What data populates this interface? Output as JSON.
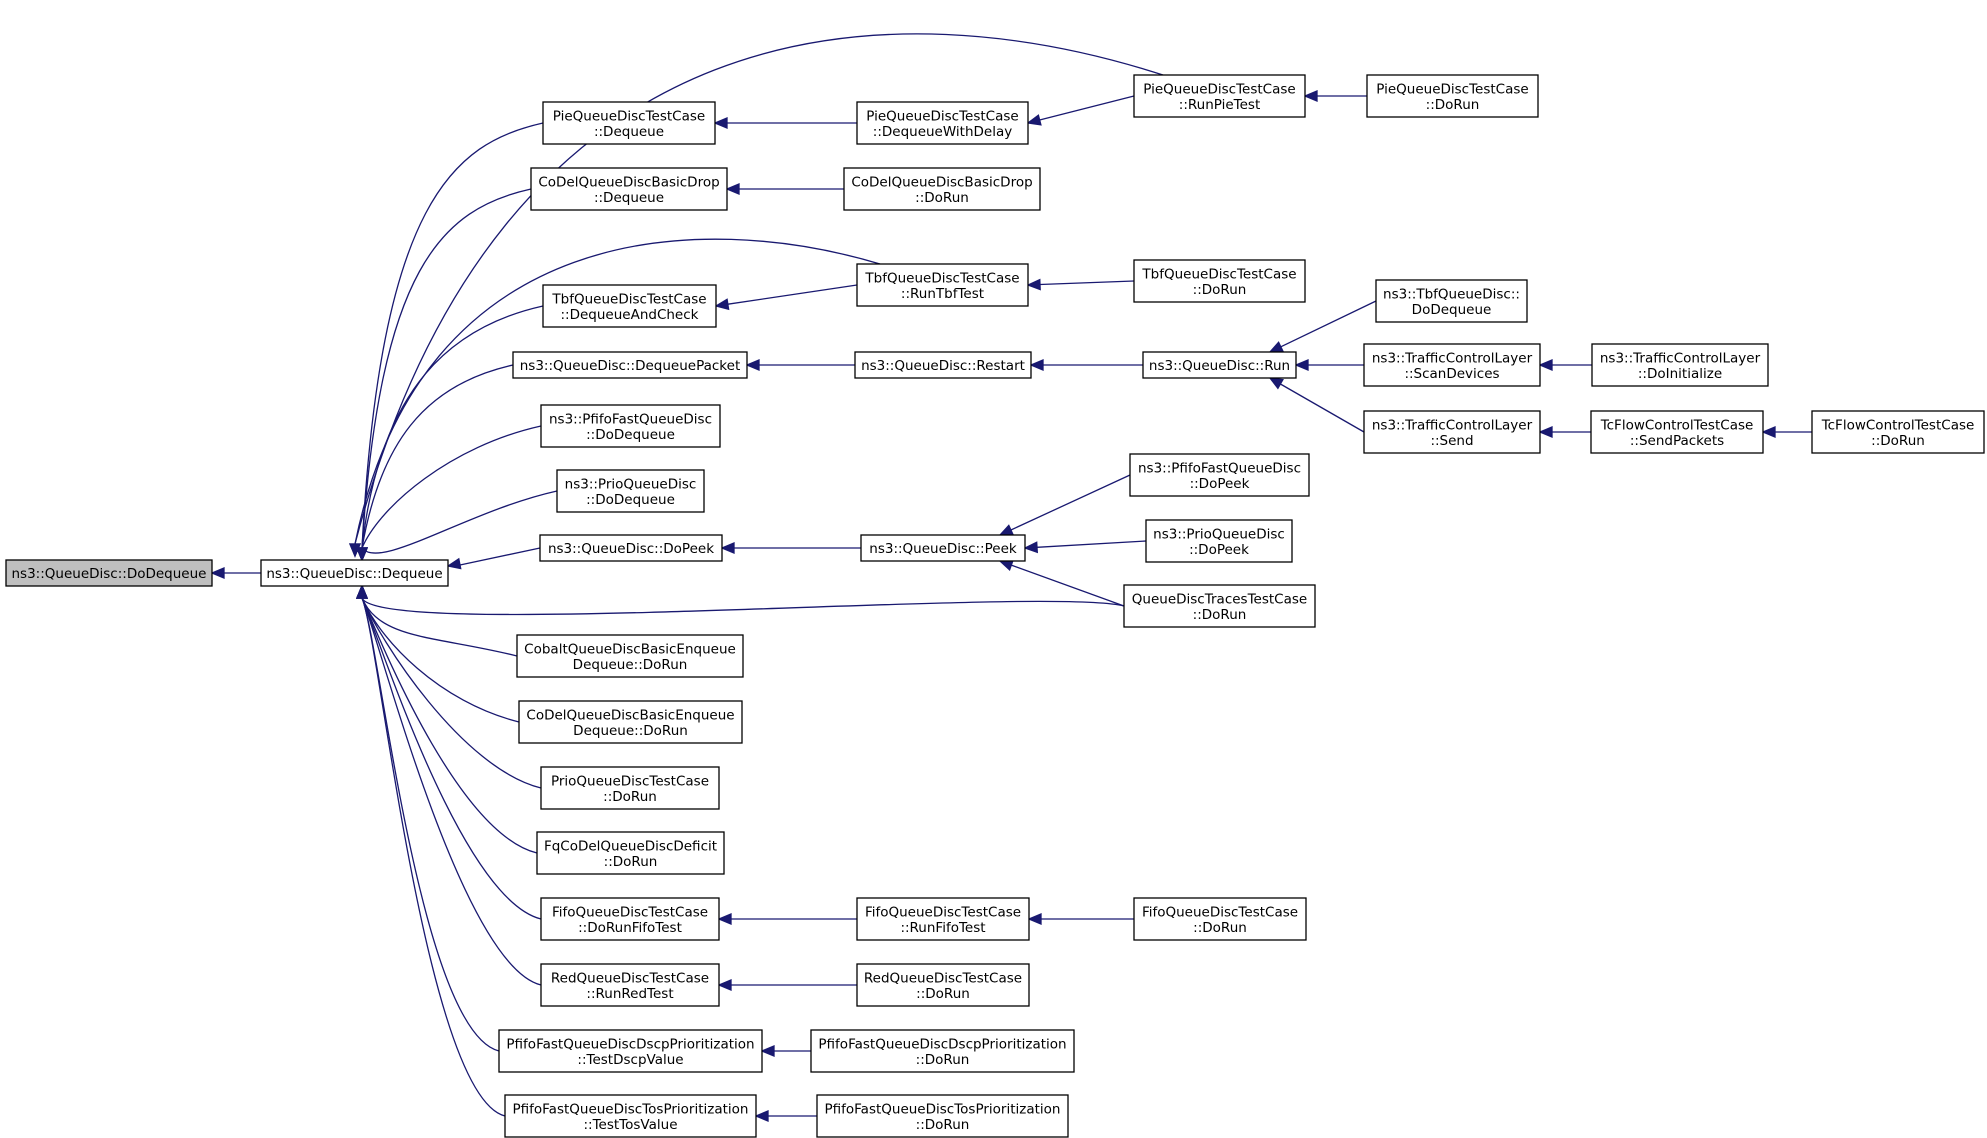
{
  "diagram": {
    "kind": "doxygen-caller-graph",
    "colors": {
      "edge": "#191970",
      "node_fill": "#ffffff",
      "focus_fill": "#bfbfbf",
      "node_stroke": "#000000"
    },
    "nodes": [
      {
        "id": "n0",
        "lines": [
          "ns3::QueueDisc::DoDequeue"
        ],
        "focus": true
      },
      {
        "id": "n1",
        "lines": [
          "ns3::QueueDisc::Dequeue"
        ]
      },
      {
        "id": "n2",
        "lines": [
          "PieQueueDiscTestCase",
          "::Dequeue"
        ]
      },
      {
        "id": "n3",
        "lines": [
          "CoDelQueueDiscBasicDrop",
          "::Dequeue"
        ]
      },
      {
        "id": "n4",
        "lines": [
          "TbfQueueDiscTestCase",
          "::DequeueAndCheck"
        ]
      },
      {
        "id": "n5",
        "lines": [
          "ns3::QueueDisc::DequeuePacket"
        ]
      },
      {
        "id": "n6",
        "lines": [
          "ns3::PfifoFastQueueDisc",
          "::DoDequeue"
        ]
      },
      {
        "id": "n7",
        "lines": [
          "ns3::PrioQueueDisc",
          "::DoDequeue"
        ]
      },
      {
        "id": "n8",
        "lines": [
          "ns3::QueueDisc::DoPeek"
        ]
      },
      {
        "id": "n9",
        "lines": [
          "CobaltQueueDiscBasicEnqueue",
          "Dequeue::DoRun"
        ]
      },
      {
        "id": "n10",
        "lines": [
          "CoDelQueueDiscBasicEnqueue",
          "Dequeue::DoRun"
        ]
      },
      {
        "id": "n11",
        "lines": [
          "PrioQueueDiscTestCase",
          "::DoRun"
        ]
      },
      {
        "id": "n12",
        "lines": [
          "FqCoDelQueueDiscDeficit",
          "::DoRun"
        ]
      },
      {
        "id": "n13",
        "lines": [
          "FifoQueueDiscTestCase",
          "::DoRunFifoTest"
        ]
      },
      {
        "id": "n14",
        "lines": [
          "RedQueueDiscTestCase",
          "::RunRedTest"
        ]
      },
      {
        "id": "n15",
        "lines": [
          "PfifoFastQueueDiscDscpPrioritization",
          "::TestDscpValue"
        ]
      },
      {
        "id": "n16",
        "lines": [
          "PfifoFastQueueDiscTosPrioritization",
          "::TestTosValue"
        ]
      },
      {
        "id": "n17",
        "lines": [
          "PieQueueDiscTestCase",
          "::DequeueWithDelay"
        ]
      },
      {
        "id": "n18",
        "lines": [
          "CoDelQueueDiscBasicDrop",
          "::DoRun"
        ]
      },
      {
        "id": "n19",
        "lines": [
          "TbfQueueDiscTestCase",
          "::RunTbfTest"
        ]
      },
      {
        "id": "n20",
        "lines": [
          "ns3::QueueDisc::Restart"
        ]
      },
      {
        "id": "n21",
        "lines": [
          "ns3::QueueDisc::Peek"
        ]
      },
      {
        "id": "n22",
        "lines": [
          "FifoQueueDiscTestCase",
          "::RunFifoTest"
        ]
      },
      {
        "id": "n23",
        "lines": [
          "RedQueueDiscTestCase",
          "::DoRun"
        ]
      },
      {
        "id": "n24",
        "lines": [
          "PfifoFastQueueDiscDscpPrioritization",
          "::DoRun"
        ]
      },
      {
        "id": "n25",
        "lines": [
          "PfifoFastQueueDiscTosPrioritization",
          "::DoRun"
        ]
      },
      {
        "id": "n26",
        "lines": [
          "PieQueueDiscTestCase",
          "::RunPieTest"
        ]
      },
      {
        "id": "n27",
        "lines": [
          "TbfQueueDiscTestCase",
          "::DoRun"
        ]
      },
      {
        "id": "n28",
        "lines": [
          "ns3::QueueDisc::Run"
        ]
      },
      {
        "id": "n29",
        "lines": [
          "ns3::PfifoFastQueueDisc",
          "::DoPeek"
        ]
      },
      {
        "id": "n30",
        "lines": [
          "ns3::PrioQueueDisc",
          "::DoPeek"
        ]
      },
      {
        "id": "n31",
        "lines": [
          "QueueDiscTracesTestCase",
          "::DoRun"
        ]
      },
      {
        "id": "n32",
        "lines": [
          "FifoQueueDiscTestCase",
          "::DoRun"
        ]
      },
      {
        "id": "n33",
        "lines": [
          "PieQueueDiscTestCase",
          "::DoRun"
        ]
      },
      {
        "id": "n34",
        "lines": [
          "ns3::TbfQueueDisc::",
          "DoDequeue"
        ]
      },
      {
        "id": "n35",
        "lines": [
          "ns3::TrafficControlLayer",
          "::ScanDevices"
        ]
      },
      {
        "id": "n36",
        "lines": [
          "ns3::TrafficControlLayer",
          "::Send"
        ]
      },
      {
        "id": "n37",
        "lines": [
          "ns3::TrafficControlLayer",
          "::DoInitialize"
        ]
      },
      {
        "id": "n38",
        "lines": [
          "TcFlowControlTestCase",
          "::SendPackets"
        ]
      },
      {
        "id": "n39",
        "lines": [
          "TcFlowControlTestCase",
          "::DoRun"
        ]
      }
    ],
    "edges": [
      [
        "n1",
        "n0"
      ],
      [
        "n2",
        "n1"
      ],
      [
        "n3",
        "n1"
      ],
      [
        "n4",
        "n1"
      ],
      [
        "n5",
        "n1"
      ],
      [
        "n6",
        "n1"
      ],
      [
        "n7",
        "n1"
      ],
      [
        "n8",
        "n1"
      ],
      [
        "n9",
        "n1"
      ],
      [
        "n10",
        "n1"
      ],
      [
        "n11",
        "n1"
      ],
      [
        "n12",
        "n1"
      ],
      [
        "n13",
        "n1"
      ],
      [
        "n14",
        "n1"
      ],
      [
        "n15",
        "n1"
      ],
      [
        "n16",
        "n1"
      ],
      [
        "n26",
        "n1"
      ],
      [
        "n19",
        "n1"
      ],
      [
        "n31",
        "n1"
      ],
      [
        "n17",
        "n2"
      ],
      [
        "n26",
        "n17"
      ],
      [
        "n33",
        "n26"
      ],
      [
        "n18",
        "n3"
      ],
      [
        "n19",
        "n4"
      ],
      [
        "n27",
        "n19"
      ],
      [
        "n20",
        "n5"
      ],
      [
        "n28",
        "n20"
      ],
      [
        "n34",
        "n28"
      ],
      [
        "n35",
        "n28"
      ],
      [
        "n36",
        "n28"
      ],
      [
        "n37",
        "n35"
      ],
      [
        "n38",
        "n36"
      ],
      [
        "n39",
        "n38"
      ],
      [
        "n21",
        "n8"
      ],
      [
        "n29",
        "n21"
      ],
      [
        "n30",
        "n21"
      ],
      [
        "n31",
        "n21"
      ],
      [
        "n22",
        "n13"
      ],
      [
        "n32",
        "n22"
      ],
      [
        "n23",
        "n14"
      ],
      [
        "n24",
        "n15"
      ],
      [
        "n25",
        "n16"
      ]
    ]
  }
}
